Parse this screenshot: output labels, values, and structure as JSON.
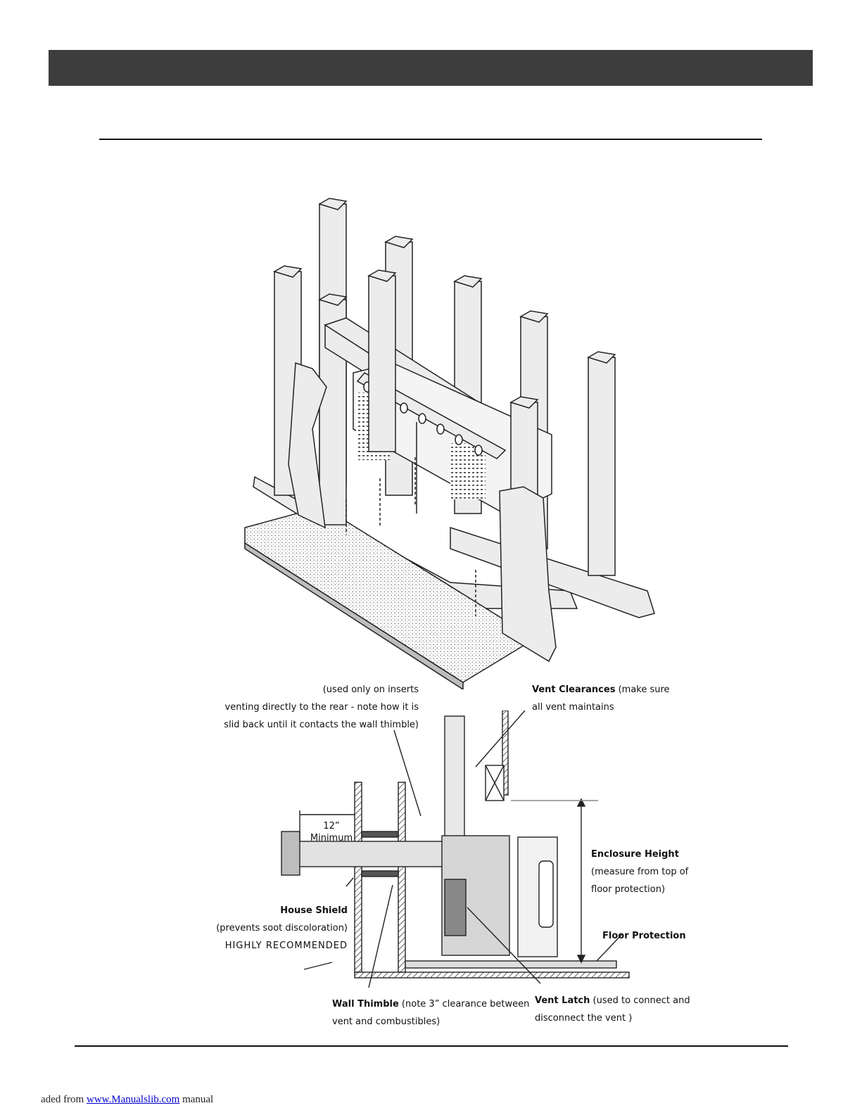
{
  "labels": {
    "insert_note": [
      "(used only on inserts",
      "venting directly to the rear - note how it is",
      "slid back until it contacts the wall thimble)"
    ],
    "vent_clearances": {
      "bold": "Vent Clearances",
      "rest": " (make sure",
      "line2": "all vent maintains"
    },
    "dimension": {
      "value": "12”",
      "word": "Minimum"
    },
    "enclosure": {
      "bold": "Enclosure Height",
      "line2": "(measure from top of",
      "line3": "floor protection)"
    },
    "house_shield": {
      "bold": "House Shield",
      "line2": "(prevents soot discoloration)",
      "line3": "HIGHLY RECOMMENDED"
    },
    "floor_protection": "Floor Protection",
    "wall_thimble": {
      "bold": "Wall Thimble",
      "rest": " (note 3” clearance between",
      "line2": "vent and combustibles)"
    },
    "vent_latch": {
      "bold": "Vent Latch",
      "rest": " (used to connect and",
      "line2": "disconnect the vent )"
    }
  },
  "footer": {
    "prefix": "aded from ",
    "link": "www.Manualslib.com",
    "suffix": " manual"
  }
}
